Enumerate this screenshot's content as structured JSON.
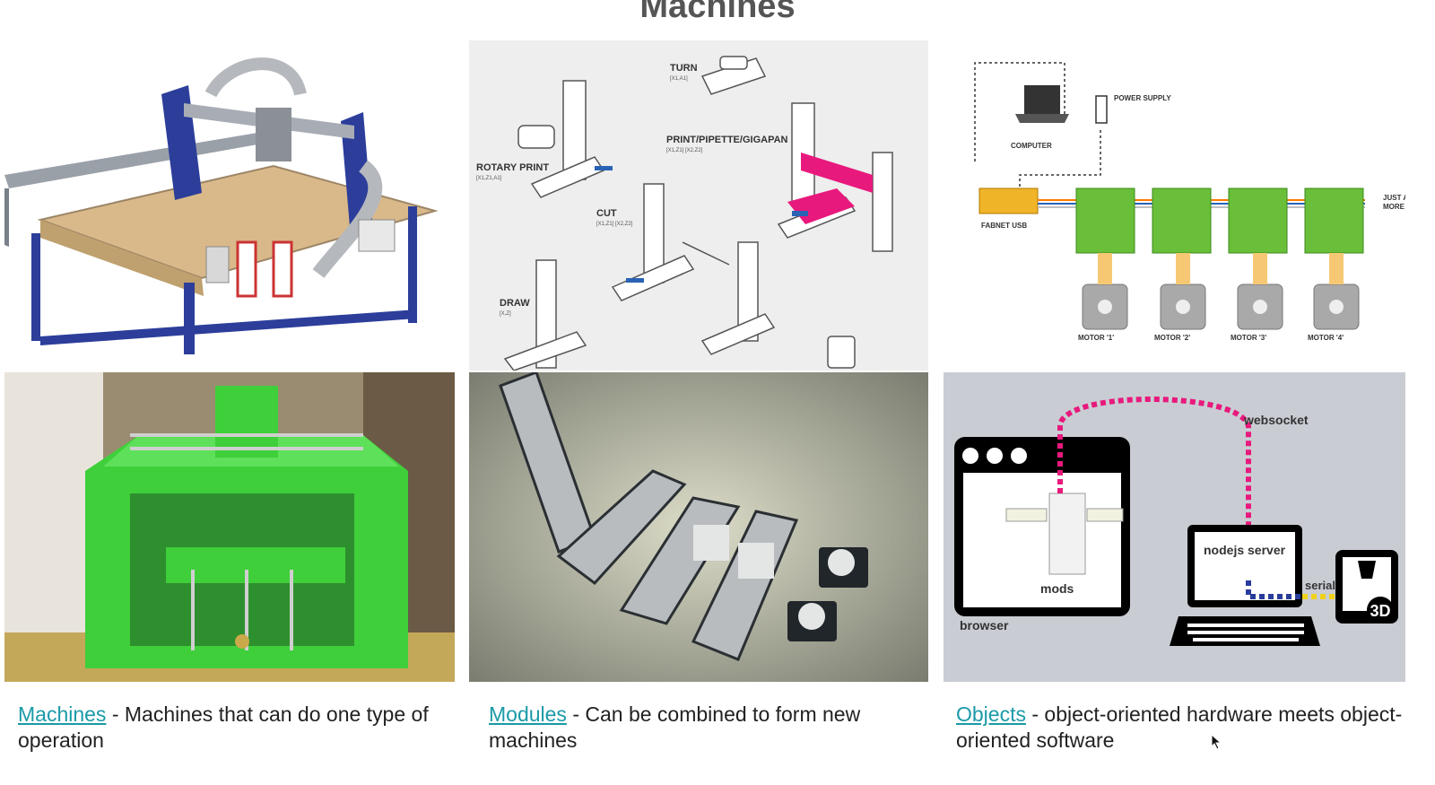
{
  "slide": {
    "title": "Machines"
  },
  "columns": [
    {
      "link": "Machines",
      "text": " - Machines that can do one type of operation"
    },
    {
      "link": "Modules",
      "text": " - Can be combined to form new machines"
    },
    {
      "link": "Objects",
      "text": " - object-oriented hardware meets object-oriented software"
    }
  ],
  "diagram_modules": {
    "labels": [
      "TURN",
      "ROTARY PRINT",
      "PRINT/PIPETTE/GIGAPAN",
      "CUT",
      "DRAW"
    ],
    "subs": [
      "[X1,A1]",
      "[X1,Z1,A1]",
      "[X1,Z1] [X2,Z2]",
      "[X1,Z1] [X2,Z2]",
      "[X,Z]"
    ]
  },
  "diagram_network": {
    "computer": "COMPUTER",
    "power": "POWER SUPPLY",
    "fabnet": "FABNET USB",
    "more": [
      "JUST A",
      "MORE"
    ],
    "motors": [
      "MOTOR '1'",
      "MOTOR '2'",
      "MOTOR '3'",
      "MOTOR '4'"
    ]
  },
  "diagram_software": {
    "websocket": "websocket",
    "nodejs": "nodejs server",
    "serial": "serial",
    "mods": "mods",
    "browser": "browser",
    "printer": "3D"
  },
  "colors": {
    "link": "#1a9aa8",
    "green_pcb": "#6abf3a",
    "magenta": "#e8197d",
    "blue_frame": "#2c3e9a"
  }
}
